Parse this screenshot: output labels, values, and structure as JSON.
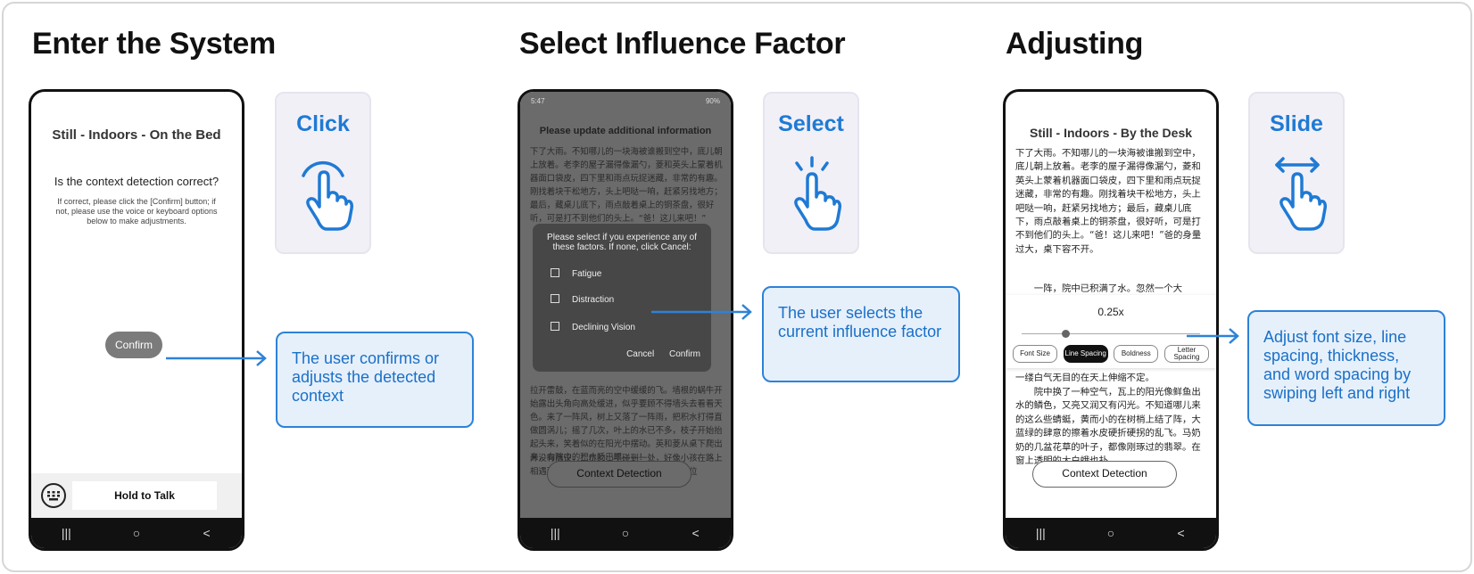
{
  "headings": [
    "Enter the System",
    "Select Influence Factor",
    "Adjusting"
  ],
  "colors": {
    "accent": "#1f7ad4",
    "callout_bg": "#e6f0fb",
    "card_bg": "#f1f0f7"
  },
  "nav_icons": [
    "recents-icon",
    "home-icon",
    "back-icon"
  ],
  "nav_glyphs": {
    "recents": "|||",
    "home": "○",
    "back": "<"
  },
  "phone1": {
    "title": "Still - Indoors - On the Bed",
    "question": "Is the context detection correct?",
    "hint": "If correct, please click the [Confirm] button; if not, please use the voice or keyboard options below to make adjustments.",
    "confirm": "Confirm",
    "hold_to_talk": "Hold to Talk"
  },
  "phone2": {
    "time": "5:47",
    "battery": "90%",
    "title": "Please update additional information",
    "text": "下了大雨。不知哪儿的一块海被谁搬到空中，底儿朝上放着。老李的屋子漏得像漏勺，菱和英头上蒙着机器面口袋皮，四下里和雨点玩捉迷藏，非常的有趣。刚找着块干松地方，头上吧哒一响，赶紧另找地方；最后，藏桌儿底下，雨点敲着桌上的铜茶盘，很好听，可是打不到他们的头上。“爸！这儿来吧！”",
    "text2": "拉开雷鼓，在蓝而亮的空中缓缓的飞。墙根的蜗牛开始露出头角向高处缓进，似乎要顾不得墙头去看看天色。来了一阵风，树上又落了一阵雨，把积水打得直做圆涡儿；摇了几次，叶上的水已不多，枝子开始抬起头来，笑着似的在阳光中摆动。英和菱从桌下爬出来，向院中的积水眨巴眼——！",
    "text3": "并没有商议，二位的小手碰到一处，好像小孩在路上相遇那么一般。小中都明白了，拉着手，二位",
    "dialog": {
      "title": "Please select if you experience any of these factors. If none, click Cancel:",
      "options": [
        "Fatigue",
        "Distraction",
        "Declining Vision"
      ],
      "cancel": "Cancel",
      "confirm": "Confirm"
    },
    "context_button": "Context Detection"
  },
  "phone3": {
    "title": "Still - Indoors - By the Desk",
    "text": "下了大雨。不知哪儿的一块海被谁搬到空中，底儿朝上放着。老李的屋子漏得像漏勺，菱和英头上蒙着机器面口袋皮，四下里和雨点玩捉迷藏，非常的有趣。刚找着块干松地方，头上吧哒一响，赶紧另找地方；最后，藏桌儿底下，雨点敲着桌上的铜茶盘，很好听，可是打不到他们的头上。“爸！这儿来吧！”爸的身量过大，桌下容不开。",
    "text2": "一阵，院中已积满了水。忽然一个大",
    "text3": "一缕白气无目的在天上伸缩不定。",
    "text4": "院中换了一种空气，瓦上的阳光像鲜鱼出水的鳞色，又亮又润又有闪光。不知道哪儿来的这么些蜻蜓，黄而小的在树梢上结了阵，大蓝绿的肆意的擦着水皮硬折硬拐的乱飞。马奶奶的几盆花草的叶子，都像刚琢过的翡翠。在窗上透明的大白蛾也扑",
    "slider_value": "0.25x",
    "slider_position": 0.25,
    "tabs": [
      "Font Size",
      "Line Spacing",
      "Boldness",
      "Letter Spacing"
    ],
    "active_tab": "Line Spacing",
    "context_button": "Context Detection"
  },
  "cards": [
    {
      "label": "Click",
      "icon": "tap-hand-icon"
    },
    {
      "label": "Select",
      "icon": "select-hand-icon"
    },
    {
      "label": "Slide",
      "icon": "swipe-hand-icon"
    }
  ],
  "callouts": [
    "The user confirms or adjusts the detected context",
    "The user selects the current influence factor",
    "Adjust font size, line spacing, thickness, and word spacing by swiping left and right"
  ]
}
